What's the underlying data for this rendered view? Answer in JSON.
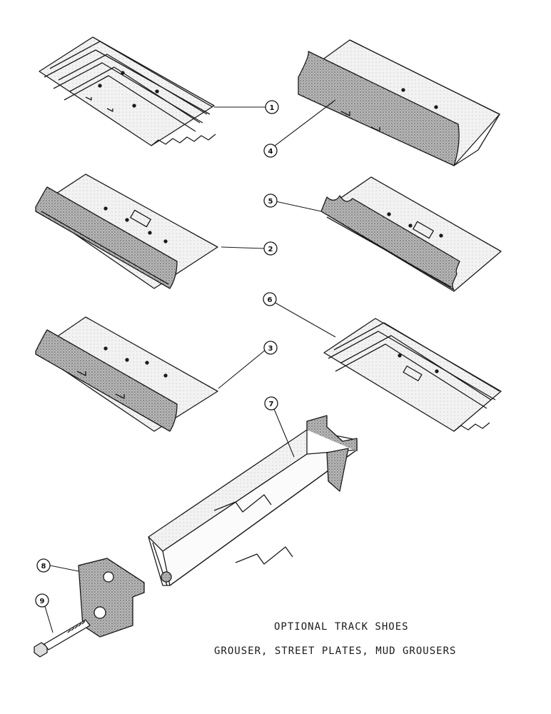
{
  "callouts": [
    "1",
    "2",
    "3",
    "4",
    "5",
    "6",
    "7",
    "8",
    "9"
  ],
  "caption": {
    "line1": "OPTIONAL TRACK SHOES",
    "line2": "GROUSER, STREET PLATES, MUD GROUSERS"
  },
  "colors": {
    "ink": "#1a1a1a",
    "shade": "#9a9a9a",
    "paper": "#ffffff"
  }
}
